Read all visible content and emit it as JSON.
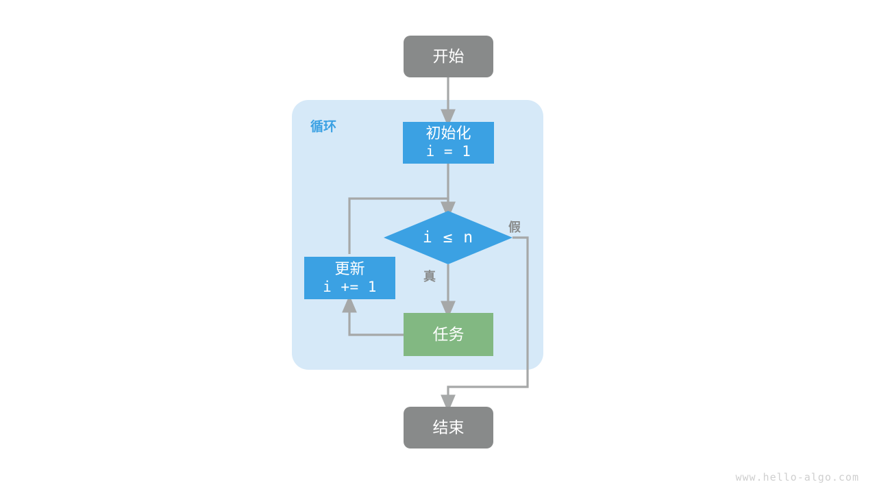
{
  "diagram": {
    "title_label": "循环",
    "background_color": "#ffffff",
    "loop_container_color": "#d6e9f8",
    "accent_blue": "#3ba1e3",
    "task_green": "#82b882",
    "terminal_gray": "#888a8a",
    "edge_gray": "#a6a8a8",
    "nodes": {
      "start": {
        "label": "开始",
        "shape": "rounded-rect",
        "color": "#888a8a"
      },
      "init": {
        "label": "初始化",
        "code": "i = 1",
        "shape": "rect",
        "color": "#3ba1e3"
      },
      "decision": {
        "label": "i ≤ n",
        "shape": "diamond",
        "color": "#3ba1e3"
      },
      "update": {
        "label": "更新",
        "code": "i += 1",
        "shape": "rect",
        "color": "#3ba1e3"
      },
      "task": {
        "label": "任务",
        "shape": "rect",
        "color": "#82b882"
      },
      "end": {
        "label": "结束",
        "shape": "rounded-rect",
        "color": "#888a8a"
      }
    },
    "edge_labels": {
      "true": "真",
      "false": "假"
    },
    "watermark": "www.hello-algo.com"
  }
}
